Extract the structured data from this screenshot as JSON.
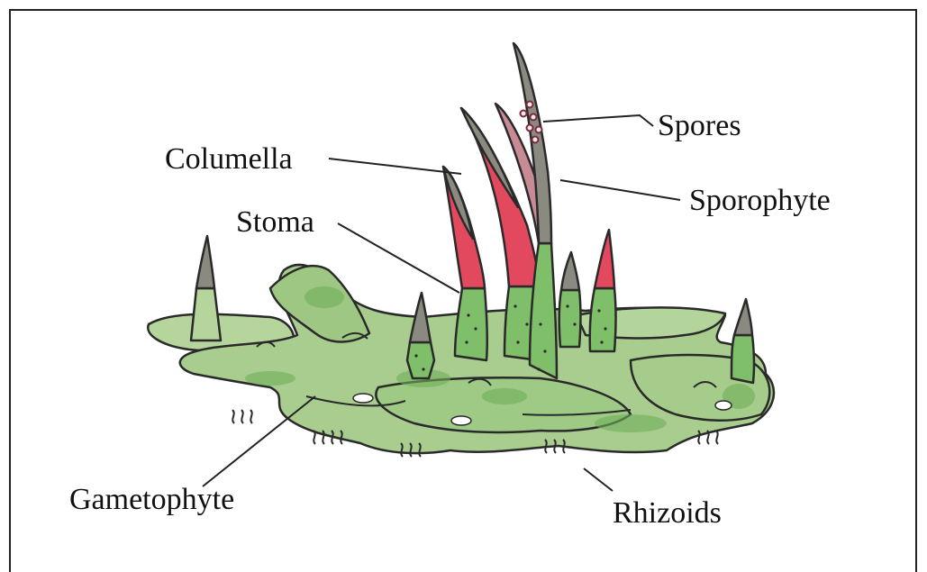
{
  "labels": {
    "columella": "Columella",
    "stoma": "Stoma",
    "spores": "Spores",
    "sporophyte": "Sporophyte",
    "gametophyte": "Gametophyte",
    "rhizoids": "Rhizoids"
  },
  "colors": {
    "thallus": "#a9cd8e",
    "thallus_dark": "#6fad5a",
    "sporophyte_base": "#7fbf6a",
    "capsule_red": "#e2485e",
    "capsule_gray": "#8a8a80",
    "outline": "#2a2a2a"
  }
}
